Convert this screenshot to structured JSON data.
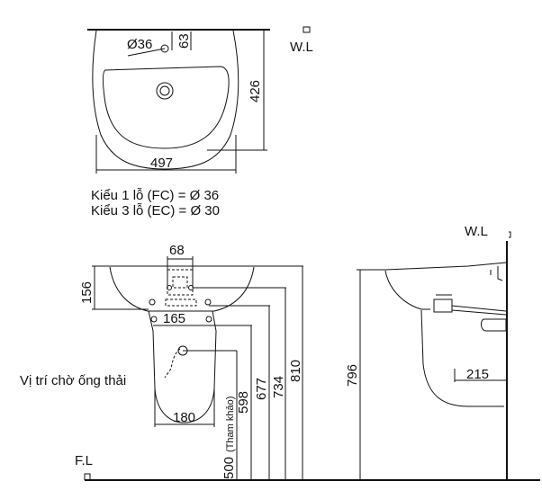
{
  "labels": {
    "wl_top": "W.L",
    "wl_side": "W.L",
    "fl": "F.L",
    "hole_dia": "Ø36",
    "hole_offset": "63",
    "top_depth": "426",
    "top_width": "497",
    "faucet_spacing": "68",
    "front_rim_height": "156",
    "pedestal_top_width": "165",
    "pedestal_bottom_width": "180",
    "drain_height": "500",
    "drain_note": "(Tham khảo)",
    "h598": "598",
    "h677": "677",
    "h734": "734",
    "h810": "810",
    "side_height": "796",
    "wall_depth": "215",
    "drain_position": "Vị trí chờ ống thải"
  },
  "notes": {
    "line1": "Kiểu 1 lỗ (FC) = Ø 36",
    "line2": "Kiểu 3 lỗ (EC) = Ø 30"
  }
}
